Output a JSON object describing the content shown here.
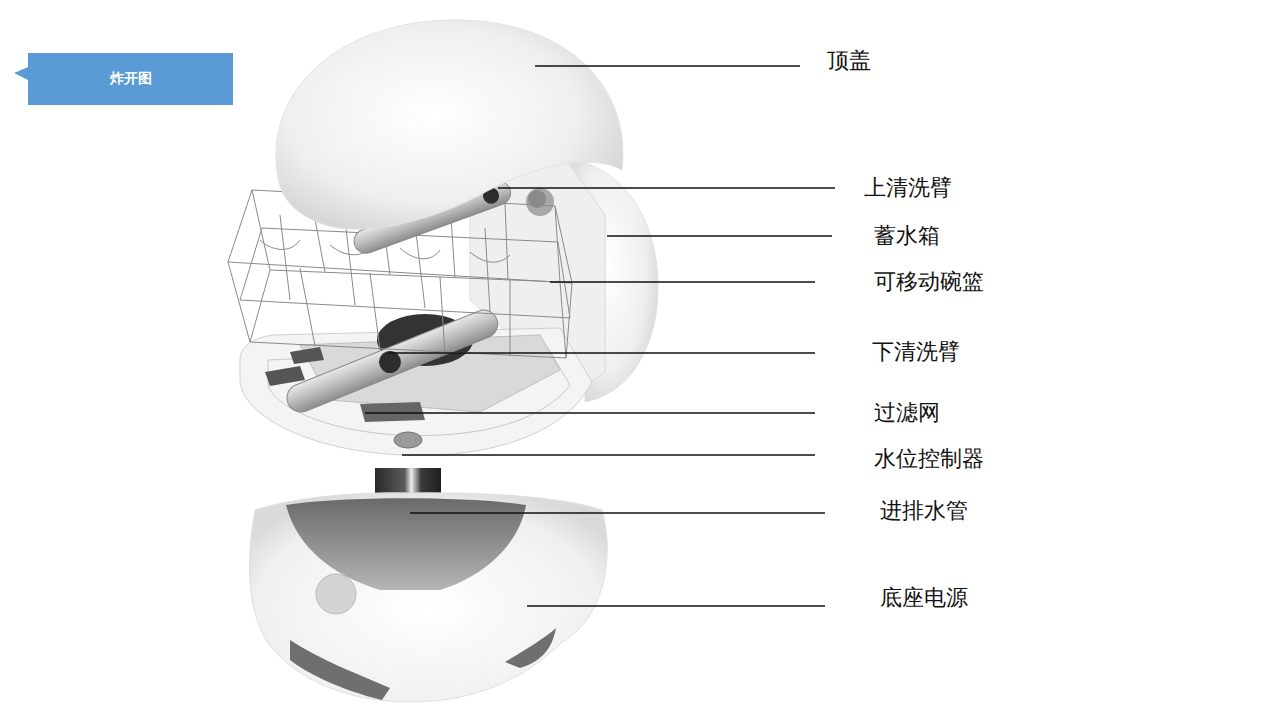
{
  "diagram": {
    "nodes": [
      {
        "text": [
          "炸开图"
        ]
      }
    ],
    "labels": [
      "顶盖",
      "上清洗臂",
      "蓄水箱",
      "可移动碗篮",
      "下清洗臂",
      "过滤网",
      "水位控制器",
      "进排水管",
      "底座电源"
    ]
  }
}
